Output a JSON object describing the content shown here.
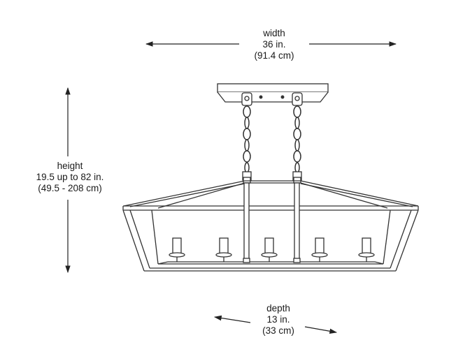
{
  "width": {
    "label": "width",
    "imperial": "36 in.",
    "metric": "(91.4 cm)"
  },
  "height": {
    "label": "height",
    "imperial": "19.5 up to 82 in.",
    "metric": "(49.5 - 208 cm)"
  },
  "depth": {
    "label": "depth",
    "imperial": "13 in.",
    "metric": "(33 cm)"
  },
  "colors": {
    "line": "#333333",
    "text": "#1a1a1a",
    "background": "#ffffff"
  }
}
